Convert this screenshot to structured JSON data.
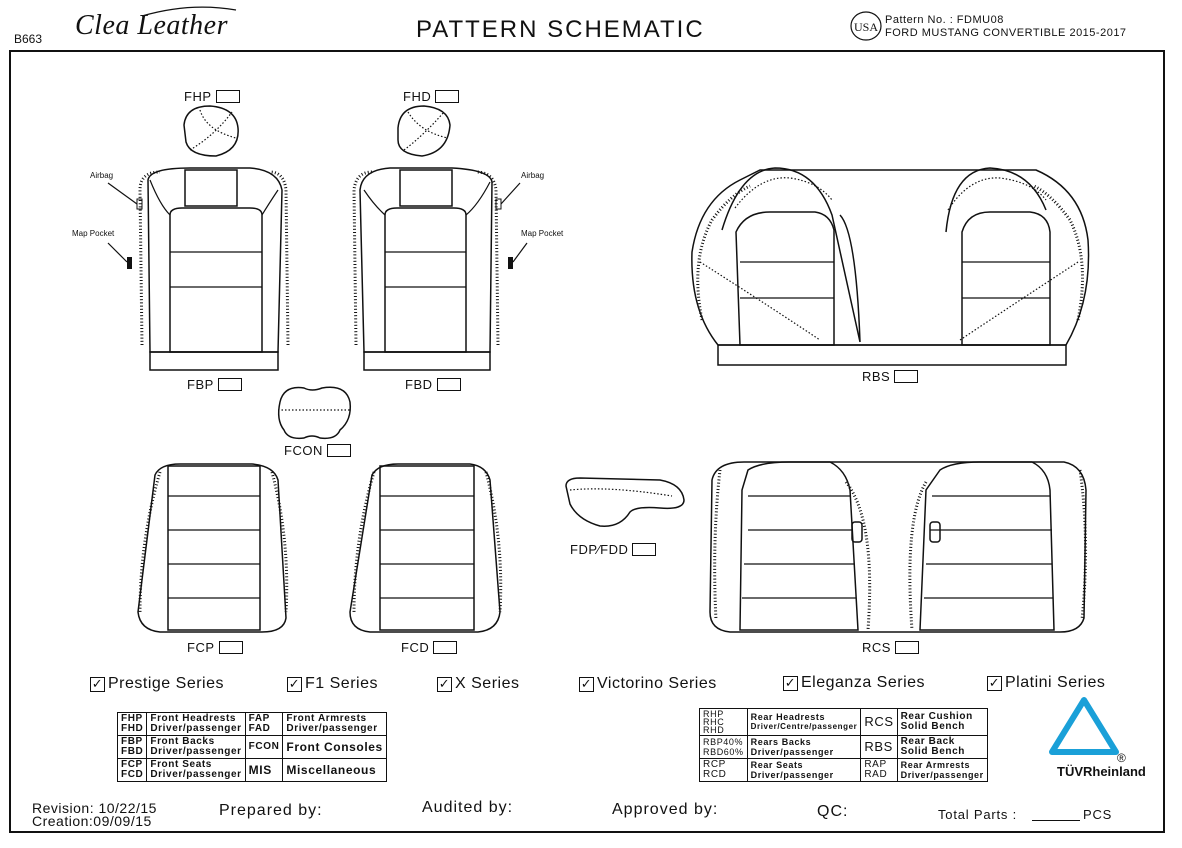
{
  "header": {
    "code": "B663",
    "brand": "Clea Leather",
    "title": "PATTERN SCHEMATIC",
    "usa_seal": "USA",
    "pattern_no": "Pattern No. : FDMU08",
    "vehicle": "FORD MUSTANG CONVERTIBLE 2015-2017"
  },
  "parts": {
    "fhp": "FHP",
    "fhd": "FHD",
    "fbp": "FBP",
    "fbd": "FBD",
    "fcon": "FCON",
    "fcp": "FCP",
    "fcd": "FCD",
    "fdp_fdd": "FDP∕FDD",
    "rbs": "RBS",
    "rcs": "RCS",
    "airbag_left": "Airbag",
    "airbag_right": "Airbag",
    "map_pocket_left": "Map Pocket",
    "map_pocket_right": "Map Pocket"
  },
  "series": [
    {
      "label": "Prestige Series",
      "checked": true
    },
    {
      "label": "F1 Series",
      "checked": true
    },
    {
      "label": "X Series",
      "checked": true
    },
    {
      "label": "Victorino  Series",
      "checked": true
    },
    {
      "label": "Eleganza Series",
      "checked": true
    },
    {
      "label": "Platini Series",
      "checked": true
    }
  ],
  "legend_front": [
    {
      "c1": "FHP",
      "c2": "FHD",
      "d1": "Front  Headrests",
      "d2": "Driver/passenger",
      "k": "FAP",
      "k2": "FAD",
      "e1": "Front  Armrests",
      "e2": "Driver/passenger"
    },
    {
      "c1": "FBP",
      "c2": "FBD",
      "d1": "Front  Backs",
      "d2": "Driver/passenger",
      "k": "FCON",
      "k2": "",
      "e1": "Front Consoles",
      "e2": ""
    },
    {
      "c1": "FCP",
      "c2": "FCD",
      "d1": "Front  Seats",
      "d2": "Driver/passenger",
      "k": "MIS",
      "k2": "",
      "e1": "Miscellaneous",
      "e2": ""
    }
  ],
  "legend_rear": [
    {
      "c1": "RHP",
      "c2": "RHC",
      "c3": "RHD",
      "d1": "Rear Headrests",
      "d2": "Driver/Centre/passenger",
      "k": "RCS",
      "e1": "Rear Cushion",
      "e2": "Solid Bench"
    },
    {
      "c1": "RBP40%",
      "c2": "RBD60%",
      "c3": "",
      "d1": "Rears Backs",
      "d2": "Driver/passenger",
      "k": "RBS",
      "e1": "Rear Back",
      "e2": "Solid Bench"
    },
    {
      "c1": "RCP",
      "c2": "RCD",
      "c3": "",
      "d1": "Rear  Seats",
      "d2": "Driver/passenger",
      "k": "RAP",
      "k2": "RAD",
      "e1": "Rear Armrests",
      "e2": "Driver/passenger"
    }
  ],
  "certification": {
    "name": "TÜVRheinland",
    "mark": "®",
    "color": "#1aa0d8"
  },
  "footer": {
    "revision": "Revision: 10/22/15",
    "creation": "Creation:09/09/15",
    "prepared": "Prepared by:",
    "audited": "Audited by:",
    "approved": "Approved by:",
    "qc": "QC:",
    "total": "Total  Parts :",
    "pcs": "PCS"
  }
}
